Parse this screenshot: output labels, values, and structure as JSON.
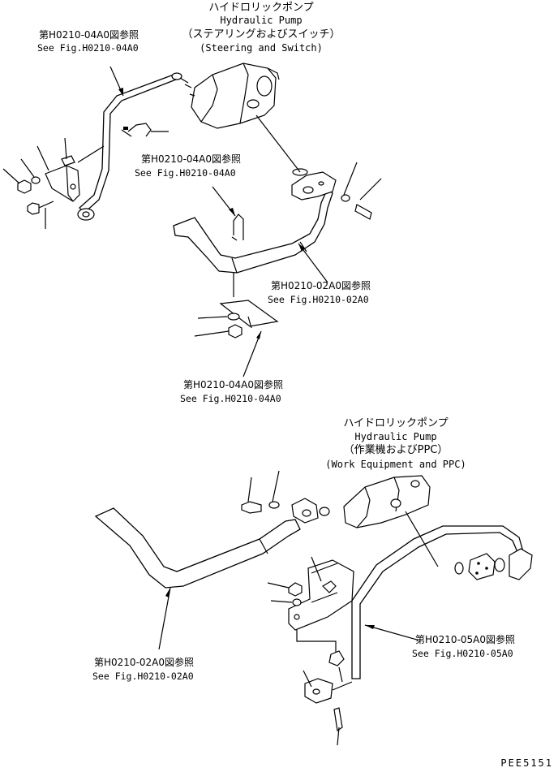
{
  "top_pump": {
    "jp": "ハイドロリックポンプ",
    "en": "Hydraulic Pump",
    "jp_sub": "（ステアリングおよびスイッチ）",
    "en_sub": "(Steering and Switch)"
  },
  "bottom_pump": {
    "jp": "ハイドロリックポンプ",
    "en": "Hydraulic Pump",
    "jp_sub": "（作業機およびPPC）",
    "en_sub": "(Work Equipment and PPC)"
  },
  "refs": {
    "r1_jp": "第H0210-04A0図参照",
    "r1_en": "See Fig.H0210-04A0",
    "r2_jp": "第H0210-04A0図参照",
    "r2_en": "See Fig.H0210-04A0",
    "r3_jp": "第H0210-02A0図参照",
    "r3_en": "See Fig.H0210-02A0",
    "r4_jp": "第H0210-04A0図参照",
    "r4_en": "See Fig.H0210-04A0",
    "r5_jp": "第H0210-02A0図参照",
    "r5_en": "See Fig.H0210-02A0",
    "r6_jp": "第H0210-05A0図参照",
    "r6_en": "See Fig.H0210-05A0"
  },
  "drawing_code": "PEE5151"
}
